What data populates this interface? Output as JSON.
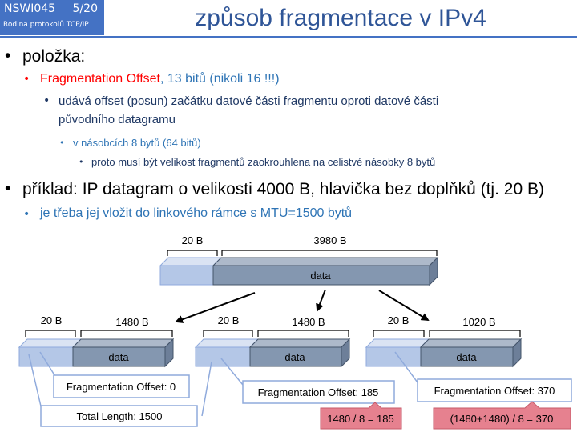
{
  "header": {
    "course": "NSWI045",
    "page": "5/20",
    "subtitle": "Rodina protokolů TCP/IP",
    "title": "způsob fragmentace v IPv4"
  },
  "bullets": {
    "b1": "položka:",
    "b1_1_red": "Fragmentation Offset",
    "b1_1_rest": ", 13 bitů (nikoli 16 !!!)",
    "b1_1_1": "udává offset (posun) začátku datové části fragmentu oproti datové části",
    "b1_1_1b": "původního datagramu",
    "b1_1_1_1": "v násobcích 8 bytů (64 bitů)",
    "b1_1_1_1_1": "proto musí být velikost fragmentů zaokrouhlena na celistvé násobky 8 bytů",
    "b2": "příklad: IP datagram o velikosti 4000 B, hlavička bez doplňků (tj. 20 B)",
    "b2_1": "je třeba jej vložit do linkového rámce s MTU=1500 bytů"
  },
  "diagram": {
    "orig": {
      "header_label": "20 B",
      "data_size": "3980 B",
      "data_label": "data"
    },
    "frags": [
      {
        "header_label": "20 B",
        "data_size": "1480 B",
        "data_label": "data",
        "offset_label": "Fragmentation Offset: 0"
      },
      {
        "header_label": "20 B",
        "data_size": "1480 B",
        "data_label": "data",
        "offset_label": "Fragmentation Offset: 185",
        "calc": "1480 / 8 = 185"
      },
      {
        "header_label": "20 B",
        "data_size": "1020 B",
        "data_label": "data",
        "offset_label": "Fragmentation Offset: 370",
        "calc": "(1480+1480) / 8 = 370"
      }
    ],
    "total_length": "Total Length: 1500"
  },
  "colors": {
    "accent": "#4472c4",
    "header_fill": "#b4c7e7",
    "data_fill": "#8497b0",
    "callout_fill": "#e6818f"
  }
}
